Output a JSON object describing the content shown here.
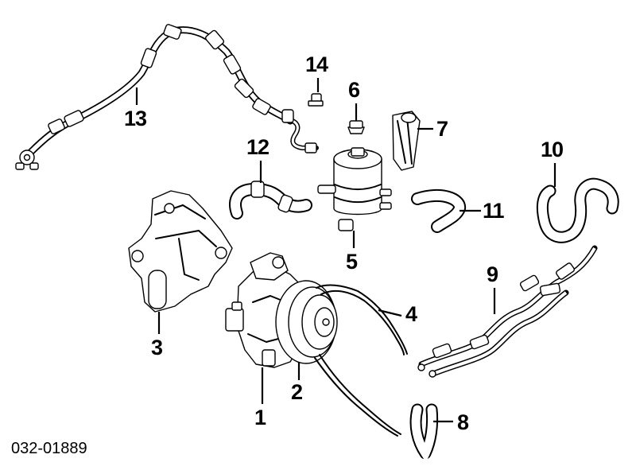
{
  "diagram": {
    "code": "032-01889",
    "callouts": [
      {
        "id": "c1",
        "label": "1"
      },
      {
        "id": "c2",
        "label": "2"
      },
      {
        "id": "c3",
        "label": "3"
      },
      {
        "id": "c4",
        "label": "4"
      },
      {
        "id": "c5",
        "label": "5"
      },
      {
        "id": "c6",
        "label": "6"
      },
      {
        "id": "c7",
        "label": "7"
      },
      {
        "id": "c8",
        "label": "8"
      },
      {
        "id": "c9",
        "label": "9"
      },
      {
        "id": "c10",
        "label": "10"
      },
      {
        "id": "c11",
        "label": "11"
      },
      {
        "id": "c12",
        "label": "12"
      },
      {
        "id": "c13",
        "label": "13"
      },
      {
        "id": "c14",
        "label": "14"
      }
    ]
  }
}
